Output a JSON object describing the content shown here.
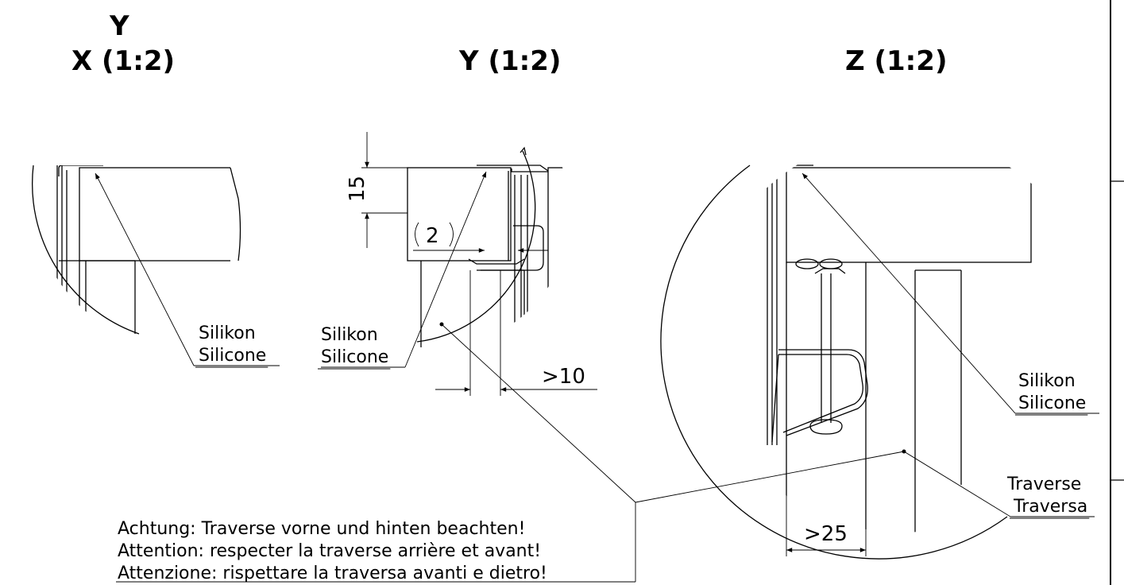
{
  "frame_letter": "Y",
  "views": {
    "x": {
      "title": "X (1:2)",
      "callout_line1": "Silikon",
      "callout_line2": "Silicone"
    },
    "y": {
      "title": "Y (1:2)",
      "callout_line1": "Silikon",
      "callout_line2": "Silicone",
      "dim_height": "15",
      "dim_gap": "2",
      "dim_overhang": ">10"
    },
    "z": {
      "title": "Z (1:2)",
      "callout_line1": "Silikon",
      "callout_line2": "Silicone",
      "traverse_line1": "Traverse",
      "traverse_line2": "Traversa",
      "dim_width": ">25"
    }
  },
  "note": {
    "line_de": "Achtung: Traverse vorne und hinten beachten!",
    "line_fr": "Attention: respecter la traverse arrière et avant!",
    "line_it": "Attenzione: rispettare la traversa avanti e dietro!"
  }
}
